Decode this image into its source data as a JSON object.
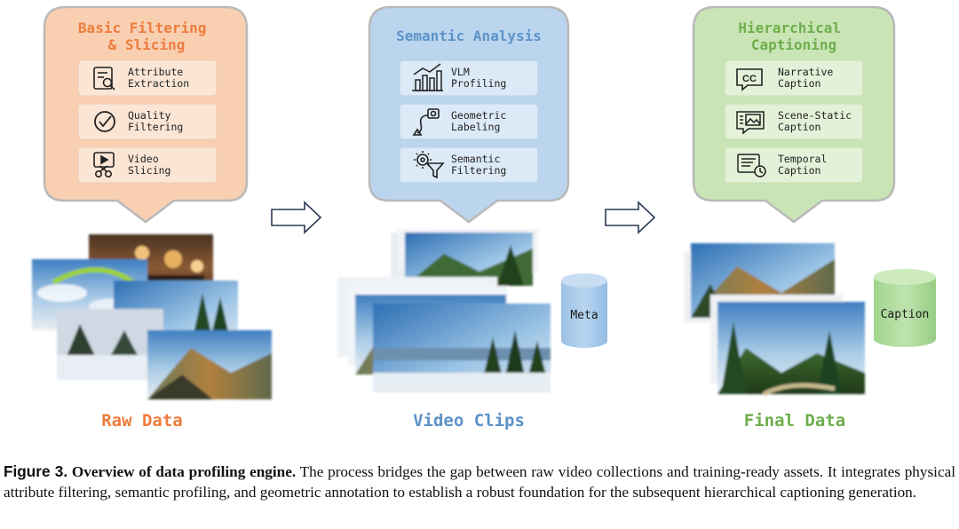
{
  "stages": [
    {
      "id": "basic",
      "title_lines": [
        "Basic Filtering",
        "& Slicing"
      ],
      "color": "#f5a77a",
      "fill": "#f9cfb2",
      "border": "#b7b7b7",
      "title_color": "#ee7c3c",
      "items": [
        {
          "icon": "attribute-extraction-icon",
          "lines": [
            "Attribute",
            "Extraction"
          ]
        },
        {
          "icon": "quality-check-icon",
          "lines": [
            "Quality",
            "Filtering"
          ]
        },
        {
          "icon": "video-scissors-icon",
          "lines": [
            "Video",
            "Slicing"
          ]
        }
      ]
    },
    {
      "id": "semantic",
      "title_lines": [
        "Semantic Analysis"
      ],
      "fill": "#bcd5ee",
      "border": "#b7b7b7",
      "title_color": "#5b93c9",
      "items": [
        {
          "icon": "bar-chart-icon",
          "lines": [
            "VLM",
            "Profiling"
          ]
        },
        {
          "icon": "geometric-camera-icon",
          "lines": [
            "Geometric",
            "Labeling"
          ]
        },
        {
          "icon": "gear-funnel-icon",
          "lines": [
            "Semantic",
            "Filtering"
          ]
        }
      ]
    },
    {
      "id": "hier",
      "title_lines": [
        "Hierarchical",
        "Captioning"
      ],
      "fill": "#c9e5b5",
      "border": "#b7b7b7",
      "title_color": "#6fae4c",
      "items": [
        {
          "icon": "cc-icon",
          "lines": [
            "Narrative",
            "Caption"
          ]
        },
        {
          "icon": "scene-image-icon",
          "lines": [
            "Scene-Static",
            "Caption"
          ]
        },
        {
          "icon": "clock-doc-icon",
          "lines": [
            "Temporal",
            "Caption"
          ]
        }
      ]
    }
  ],
  "bottom_labels": {
    "raw": "Raw Data",
    "clips": "Video Clips",
    "final": "Final Data"
  },
  "colors": {
    "orange": "#ee7c3c",
    "blue": "#5b93c9",
    "green": "#6fae4c",
    "cylinder_blue": "#a7c9ea",
    "cylinder_green": "#a9d897"
  },
  "cylinders": {
    "meta": "Meta",
    "caption": "Caption"
  },
  "figure_caption": {
    "label": "Figure 3.",
    "title": "Overview of data profiling engine.",
    "body": "The process bridges the gap between raw video collections and training-ready assets. It integrates physical attribute filtering, semantic profiling, and geometric annotation to establish a robust foundation for the subsequent hierarchical captioning generation."
  }
}
